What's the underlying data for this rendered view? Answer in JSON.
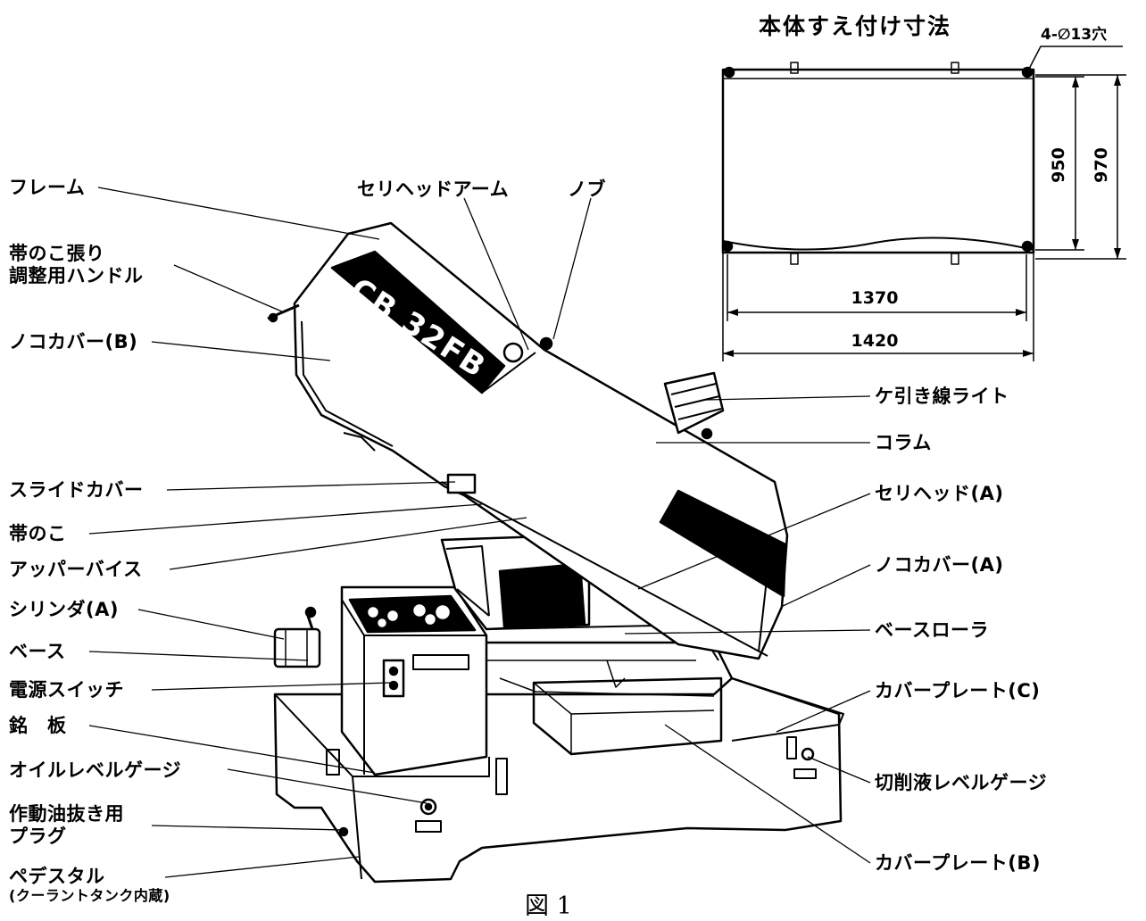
{
  "plan": {
    "title": "本体すえ付け寸法",
    "hole_label": "4-∅13穴",
    "dim_950": "950",
    "dim_970": "970",
    "dim_1370": "1370",
    "dim_1420": "1420"
  },
  "machine": {
    "model_marking": "CB 32FB"
  },
  "labels": {
    "frame": "フレーム",
    "handle_line1": "帯のこ張り",
    "handle_line2": "調整用ハンドル",
    "saw_cover_b": "ノコカバー(B)",
    "slide_cover": "スライドカバー",
    "band_saw": "帯のこ",
    "upper_vise": "アッパーバイス",
    "cylinder_a": "シリンダ(A)",
    "base": "ベース",
    "power_switch": "電源スイッチ",
    "nameplate": "銘　板",
    "oil_gauge": "オイルレベルゲージ",
    "drain_plug_line1": "作動油抜き用",
    "drain_plug_line2": "プラグ",
    "pedestal": "ペデスタル",
    "pedestal_sub": "(クーラントタンク内蔵)",
    "sliding_head_arm": "セリヘッドアーム",
    "knob": "ノブ",
    "marking_light": "ケ引き線ライト",
    "column": "コラム",
    "sliding_head_a": "セリヘッド(A)",
    "saw_cover_a": "ノコカバー(A)",
    "base_roller": "ベースローラ",
    "cover_plate_c": "カバープレート(C)",
    "coolant_gauge": "切削液レベルゲージ",
    "cover_plate_b": "カバープレート(B)"
  },
  "figure_caption": "図 1"
}
